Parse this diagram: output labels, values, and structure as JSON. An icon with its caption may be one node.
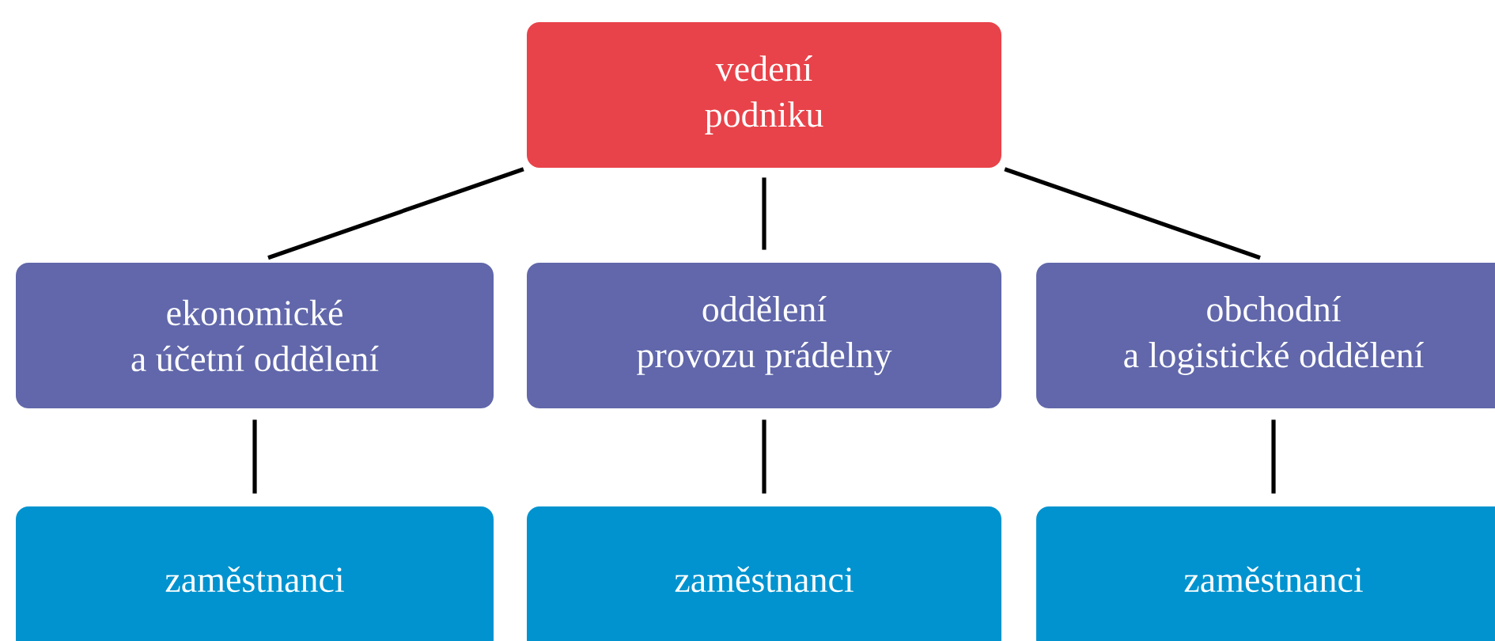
{
  "diagram": {
    "nodes": [
      {
        "text": [
          "vedení podniku"
        ]
      },
      {
        "text": [
          "ekonomické a účetní oddělení"
        ]
      },
      {
        "text": [
          "oddělení provozu prádelny"
        ]
      },
      {
        "text": [
          "obchodní a logistické oddělení"
        ]
      },
      {
        "text": [
          "zaměstnanci"
        ]
      },
      {
        "text": [
          "zaměstnanci"
        ]
      },
      {
        "text": [
          "zaměstnanci"
        ]
      }
    ],
    "edges": [
      {
        "from": 0,
        "to": 1,
        "arrow": "none"
      },
      {
        "from": 0,
        "to": 2,
        "arrow": "none"
      },
      {
        "from": 0,
        "to": 3,
        "arrow": "none"
      },
      {
        "from": 1,
        "to": 4,
        "arrow": "none"
      },
      {
        "from": 2,
        "to": 5,
        "arrow": "none"
      },
      {
        "from": 3,
        "to": 6,
        "arrow": "none"
      }
    ]
  }
}
